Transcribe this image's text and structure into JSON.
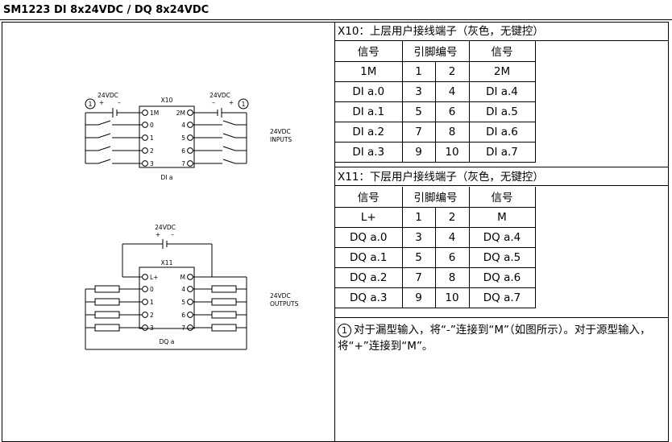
{
  "title": "SM1223 DI 8x24VDC / DQ 8x24VDC",
  "diagram": {
    "x10": {
      "label": "X10",
      "left_supply": "24VDC",
      "right_supply": "24VDC",
      "plus": "+",
      "minus": "–",
      "callout": "1",
      "terminals_left": [
        "1M",
        "0",
        "1",
        "2",
        "3"
      ],
      "terminals_right": [
        "2M",
        "4",
        "5",
        "6",
        "7"
      ],
      "side_label": [
        "24VDC",
        "INPUTS"
      ],
      "group_label": "DI a"
    },
    "x11": {
      "label": "X11",
      "supply": "24VDC",
      "plus": "+",
      "minus": "–",
      "terminals_left": [
        "L+",
        "0",
        "1",
        "2",
        "3"
      ],
      "terminals_right": [
        "M",
        "4",
        "5",
        "6",
        "7"
      ],
      "side_label": [
        "24VDC",
        "OUTPUTS"
      ],
      "group_label": "DQ a"
    }
  },
  "x10_table": {
    "heading": "X10：上层用户接线端子（灰色，无键控）",
    "headers": [
      "信号",
      "引脚编号",
      "信号"
    ],
    "rows": [
      [
        "1M",
        "1",
        "2",
        "2M"
      ],
      [
        "DI a.0",
        "3",
        "4",
        "DI a.4"
      ],
      [
        "DI a.1",
        "5",
        "6",
        "DI a.5"
      ],
      [
        "DI a.2",
        "7",
        "8",
        "DI a.6"
      ],
      [
        "DI a.3",
        "9",
        "10",
        "DI a.7"
      ]
    ]
  },
  "x11_table": {
    "heading": "X11：下层用户接线端子（灰色，无键控）",
    "headers": [
      "信号",
      "引脚编号",
      "信号"
    ],
    "rows": [
      [
        "L+",
        "1",
        "2",
        "M"
      ],
      [
        "DQ a.0",
        "3",
        "4",
        "DQ a.4"
      ],
      [
        "DQ a.1",
        "5",
        "6",
        "DQ a.5"
      ],
      [
        "DQ a.2",
        "7",
        "8",
        "DQ a.6"
      ],
      [
        "DQ a.3",
        "9",
        "10",
        "DQ a.7"
      ]
    ]
  },
  "note": {
    "marker": "1",
    "text": "对于漏型输入，将“-”连接到“M”（如图所示）。对于源型输入，将“+”连接到“M”。"
  }
}
